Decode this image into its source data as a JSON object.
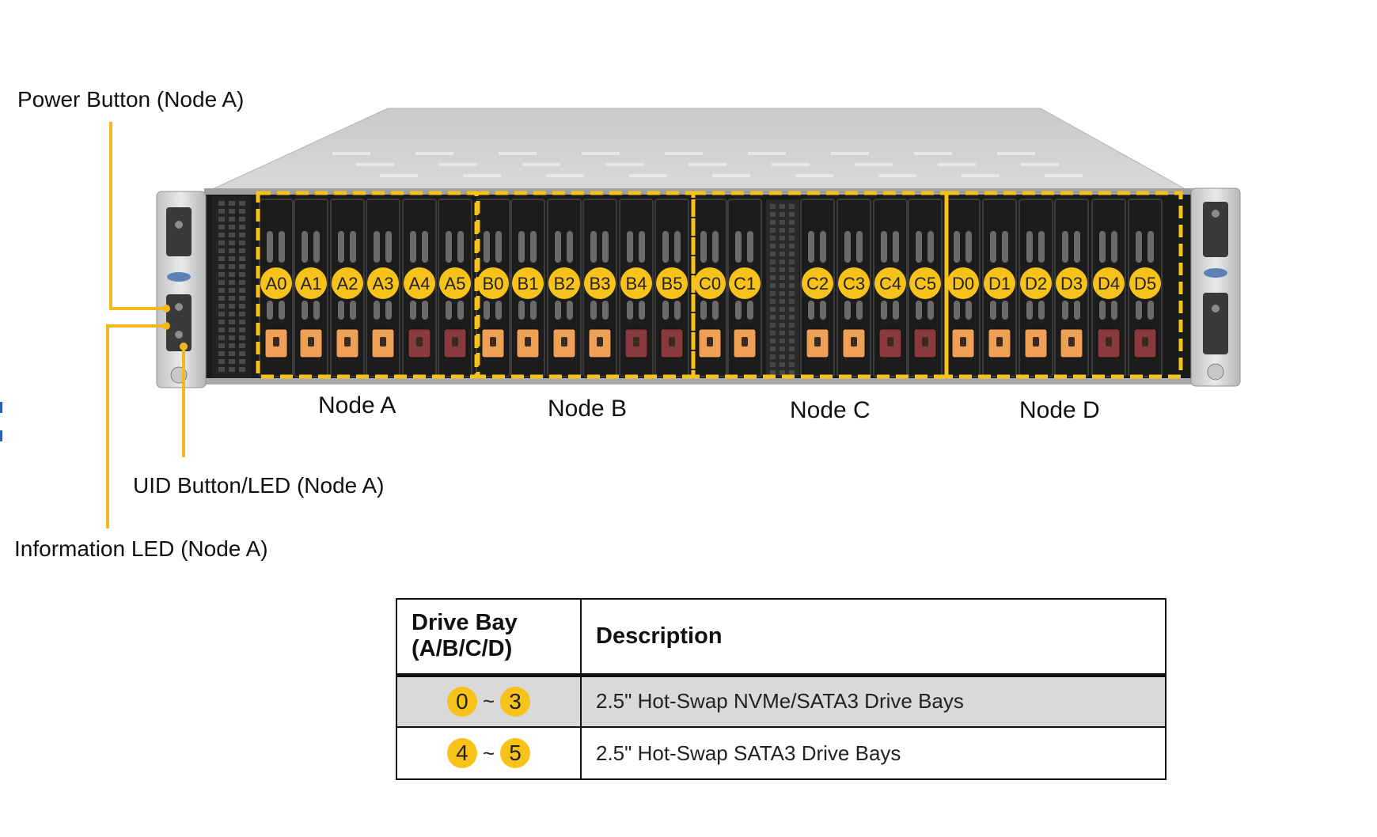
{
  "callouts": {
    "power": "Power Button (Node A)",
    "uid": "UID  Button/LED  (Node A)",
    "info": "Information  LED (Node A)"
  },
  "nodes": [
    {
      "label": "Node A",
      "bays": [
        "A0",
        "A1",
        "A2",
        "A3",
        "A4",
        "A5"
      ]
    },
    {
      "label": "Node B",
      "bays": [
        "B0",
        "B1",
        "B2",
        "B3",
        "B4",
        "B5"
      ]
    },
    {
      "label": "Node C",
      "bays": [
        "C0",
        "C1",
        "C2",
        "C3",
        "C4",
        "C5"
      ]
    },
    {
      "label": "Node D",
      "bays": [
        "D0",
        "D1",
        "D2",
        "D3",
        "D4",
        "D5"
      ]
    }
  ],
  "table": {
    "headers": [
      "Drive Bay\n(A/B/C/D)",
      "Description"
    ],
    "rows": [
      {
        "from": "0",
        "to": "3",
        "sep": "~",
        "description": "2.5\" Hot-Swap  NVMe/SATA3  Drive Bays",
        "shaded": true
      },
      {
        "from": "4",
        "to": "5",
        "sep": "~",
        "description": "2.5\" Hot-Swap  SATA3  Drive Bays",
        "shaded": false
      }
    ]
  },
  "colors": {
    "accent_yellow": "#f7c21a",
    "callout_line": "#f2b81c",
    "nvme_latch": "#f0a055",
    "sata_latch": "#8a3a3e",
    "chassis_top": "#cfd0d0",
    "tray_dark": "#1c1c1c"
  }
}
